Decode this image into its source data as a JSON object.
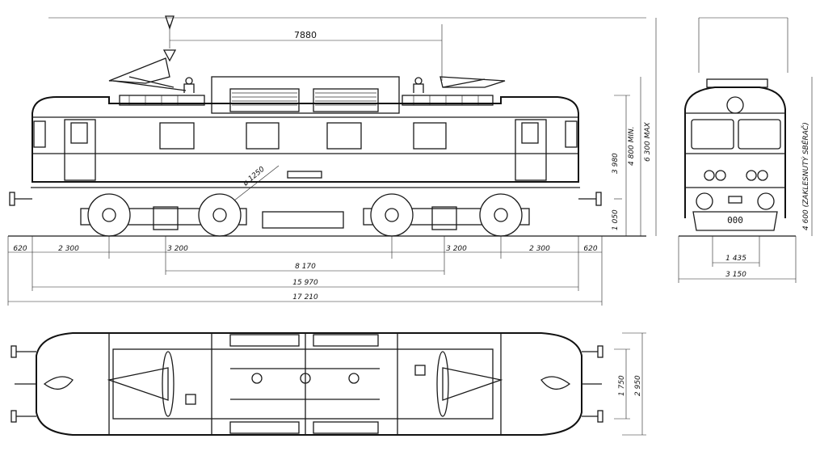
{
  "dimensions": {
    "pantograph_spacing": "7880",
    "end_overhang_left": "620",
    "end_section_left": "2 300",
    "bogie_wheelbase_left": "3 200",
    "bogie_wheelbase_right": "3 200",
    "end_section_right": "2 300",
    "end_overhang_right": "620",
    "bogie_centres": "8 170",
    "body_length": "15 970",
    "length_over_buffers": "17 210",
    "wheel_diameter": "ø 1250",
    "body_height": "3 980",
    "panto_min": "4 800 MIN.",
    "panto_max": "6 300 MAX",
    "buffer_height": "1 050",
    "gauge": "1 435",
    "body_width": "3 150",
    "panto_lowered": "4 600 (ZAKLESNUTÝ SBĚRAČ)",
    "roof_width": "1 750",
    "top_width": "2 950",
    "loco_number": "000"
  }
}
